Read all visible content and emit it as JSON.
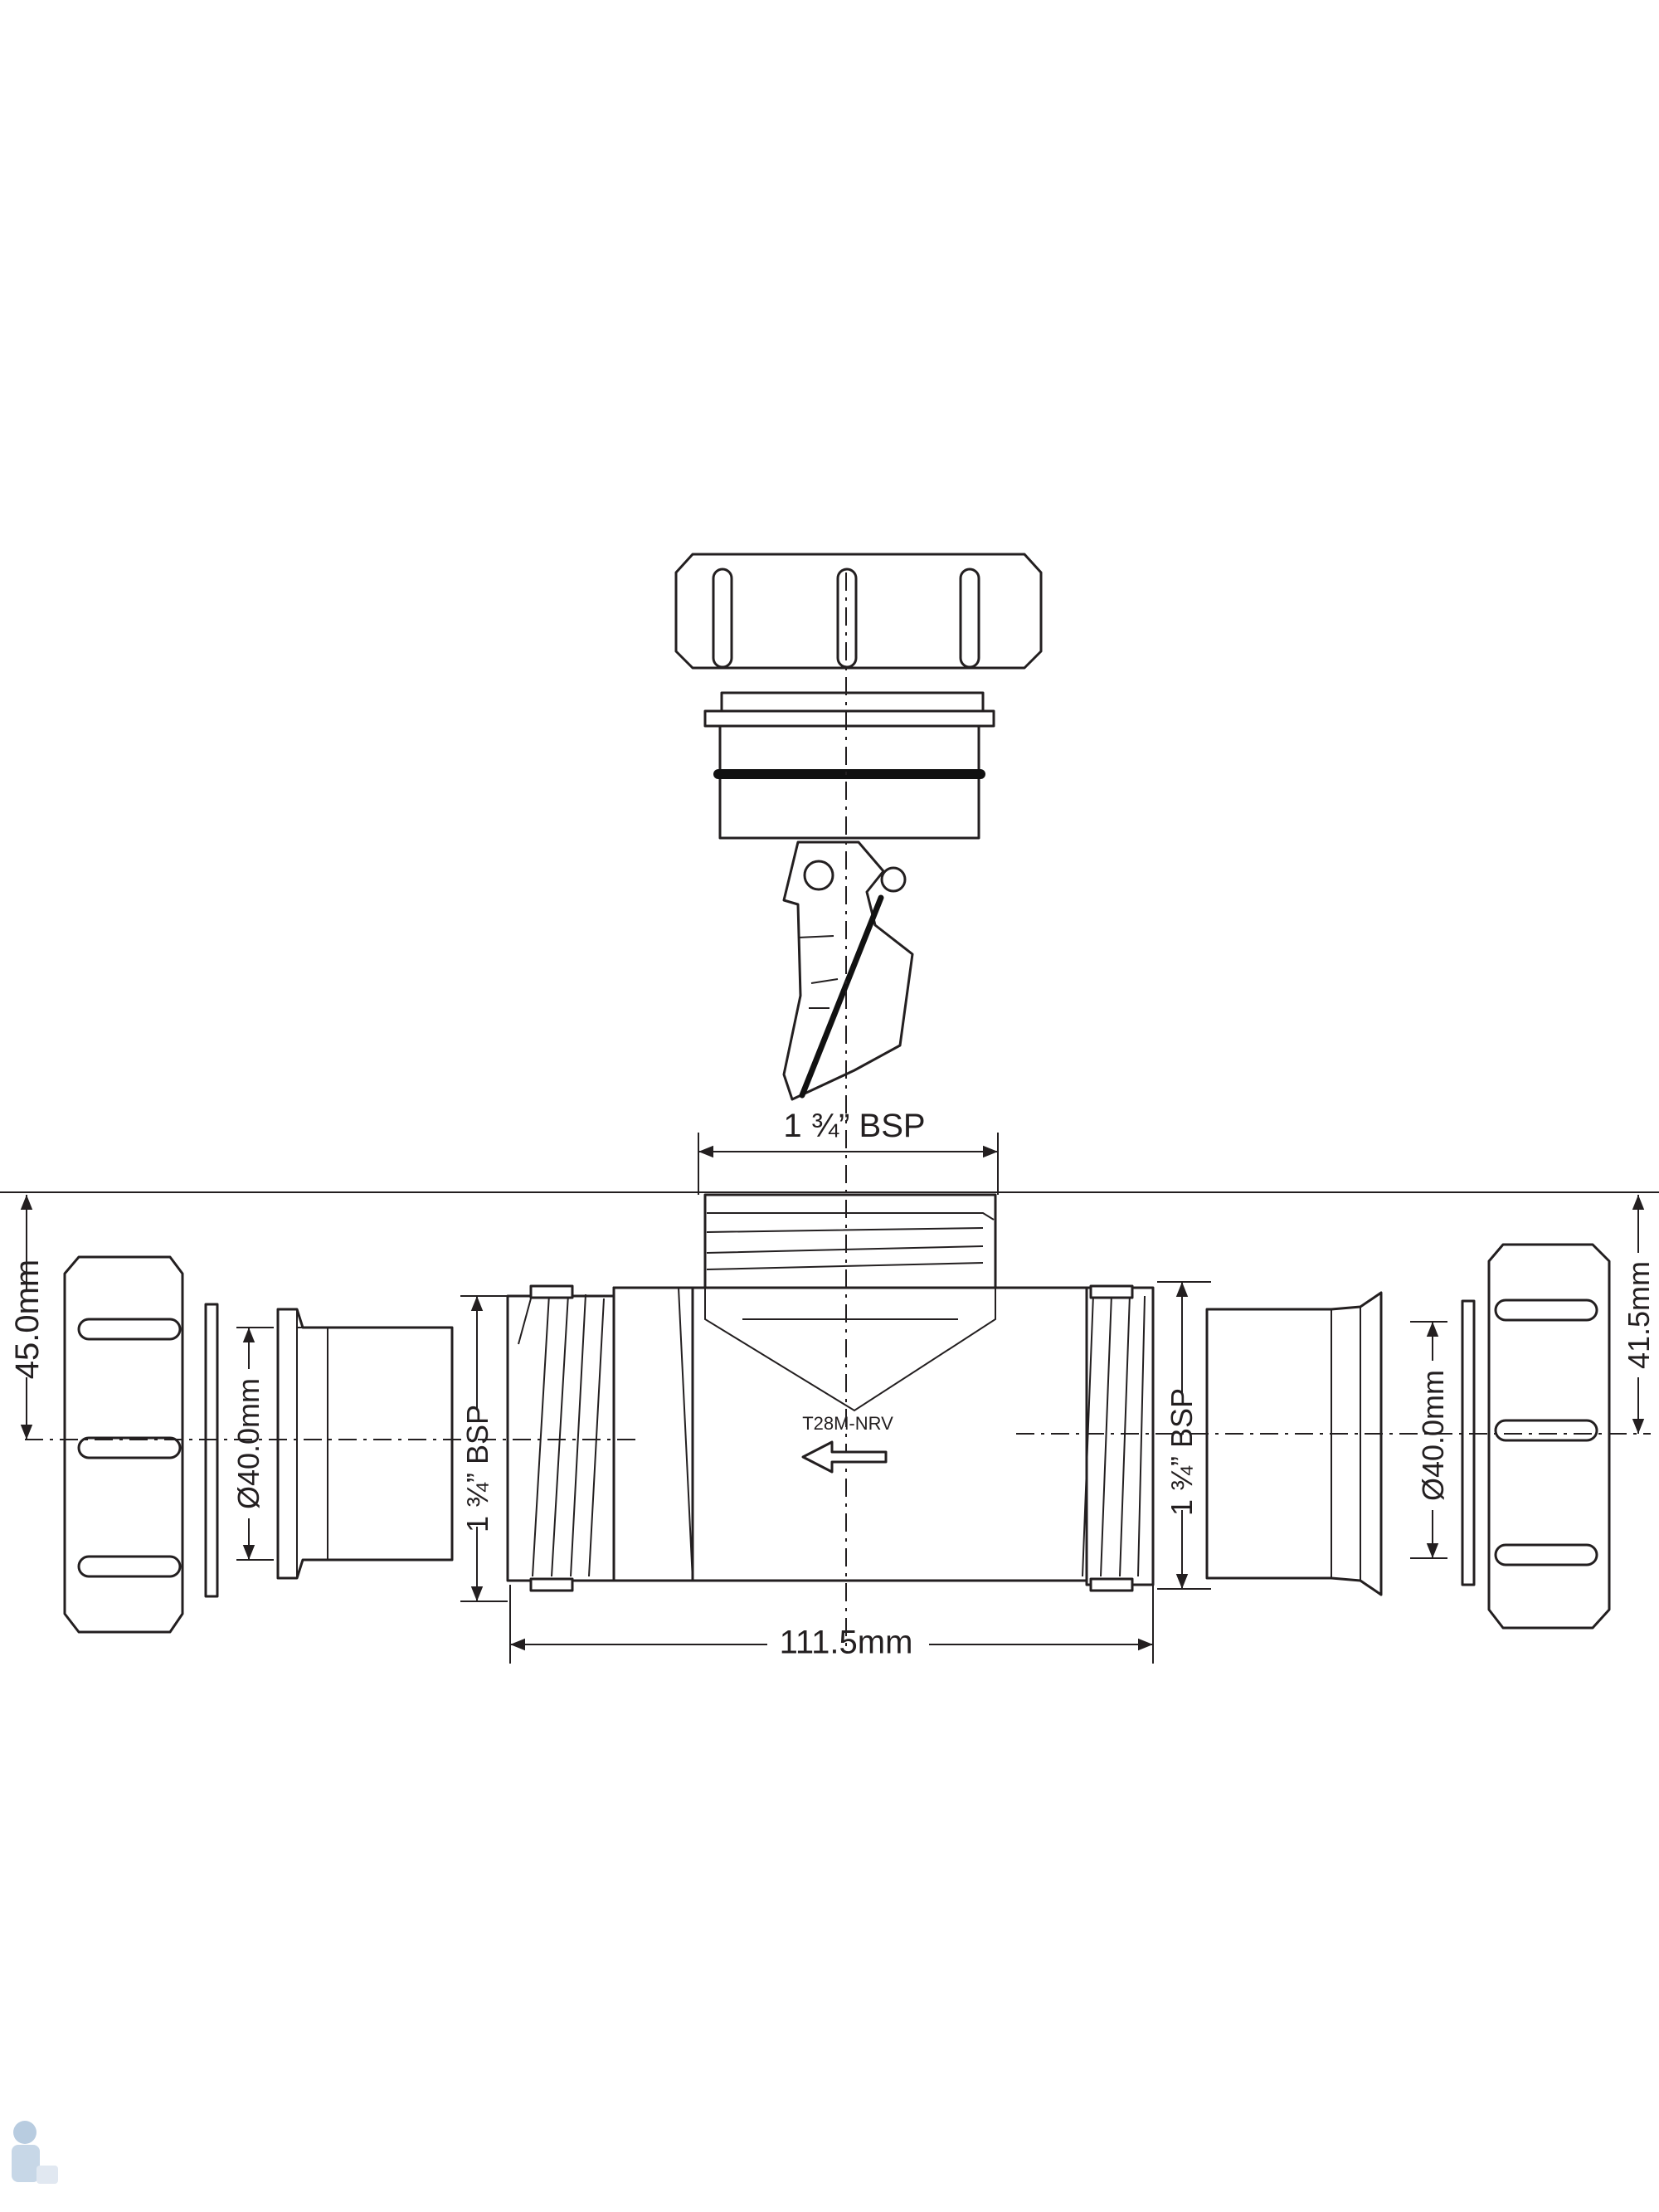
{
  "dimensions": {
    "top_thread": "1 ¾” BSP",
    "left_height": "45.0mm",
    "right_height": "41.5mm",
    "left_thread": "1 ¾” BSP",
    "right_thread": "1 ¾” BSP",
    "left_bore": "Ø40.0mm",
    "right_bore": "Ø40.0mm",
    "overall_length": "111.5mm"
  },
  "body_label": "T28M-NRV",
  "colors": {
    "line": "#231f20",
    "background": "#ffffff"
  },
  "icons": {
    "flow_direction": "arrow-left-icon",
    "watermark": "plumber-mascot-logo"
  }
}
